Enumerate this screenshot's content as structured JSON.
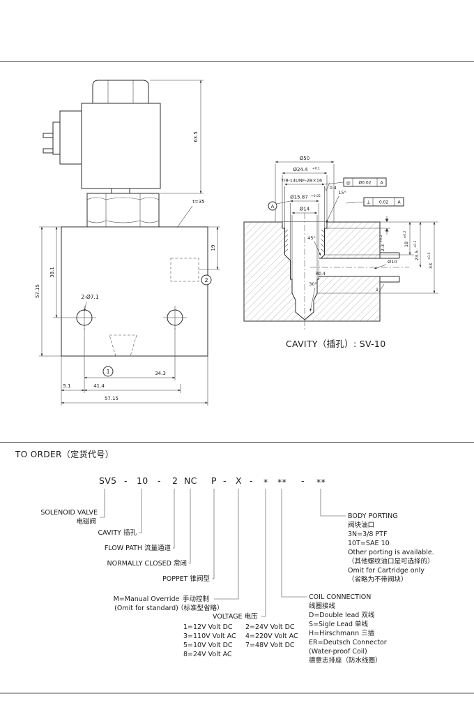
{
  "valve": {
    "dim_coil_height": "63.5",
    "dim_t": "t=35",
    "dim_19": "19",
    "dim_38_1": "38.1",
    "dim_57_15_side": "57.15",
    "dim_holes": "2-Ø7.1",
    "dim_34_3": "34.3",
    "dim_5_1": "5.1",
    "dim_41_4": "41.4",
    "dim_57_15_bottom": "57.15",
    "port_1": "1",
    "port_2": "2"
  },
  "cavity": {
    "caption": "CAVITY（插孔）: SV-10",
    "dia_50": "Ø50",
    "dia_24_4": "Ø24.4",
    "dia_24_4_tol": "+0.1",
    "thread": "7/8-14UNF-2B×16",
    "dia_15_87": "Ø15.87",
    "dia_15_87_tol": "+0.05",
    "dia_14": "Ø14",
    "dia_10": "Ø10",
    "datum_label": "A",
    "tol_concentricity": {
      "symbol": "◎",
      "value": "Ø0.02",
      "datum": "A"
    },
    "tol_perpendicularity": {
      "symbol": "⊥",
      "value": "0.02",
      "datum": "A"
    },
    "angle_15": "15°",
    "angle_45": "45°",
    "angle_30": "30°",
    "roughness_1": "0.4",
    "roughness_2": "R0.4",
    "depth_2_3": "2.3",
    "depth_2_3_tol": "+0.2",
    "depth_18": "18",
    "depth_18_tol": "±0.2",
    "depth_23_5": "23.5",
    "depth_23_5_tol": "+0.2",
    "depth_33": "33",
    "depth_33_tol": "+0.5",
    "dim_1": "1"
  },
  "order": {
    "title": "TO ORDER（定货代号）",
    "code": [
      "SV5",
      "-",
      "10",
      "-",
      "2",
      "NC",
      "P",
      "-",
      "X",
      "-",
      "*",
      "**",
      "-",
      "**"
    ],
    "solenoid_valve_en": "SOLENOID VALVE",
    "solenoid_valve_zh": "电磁阀",
    "cavity_label": "CAVITY 插孔",
    "flow_path_label": "FLOW PATH 流量通道",
    "normally_closed_label": "NORMALLY CLOSED 常闭",
    "poppet_label": "POPPET 锥阀型",
    "manual_override_en1": "M=Manual Override",
    "manual_override_en2": "(Omit for standard)",
    "manual_override_zh1": "手动控制",
    "manual_override_zh2": "（标准型省略）",
    "voltage_label": "VOLTAGE 电压",
    "voltage_col1": [
      "1=12V  Volt DC",
      "3=110V Volt AC",
      "5=10V  Volt DC",
      "8=24V  Volt AC"
    ],
    "voltage_col2": [
      "2=24V  Volt DC",
      "4=220V Volt AC",
      "7=48V  Volt DC"
    ],
    "coil_connection": [
      "COIL CONNECTION",
      "线圈接线",
      "D=Double lead 双线",
      "S=Sigle Lead 单线",
      "H=Hirschmann 三插",
      "ER=Deutsch Connector",
      "(Water-proof Coil)",
      "德意志排座（防水线圈）"
    ],
    "body_porting": [
      "BODY PORTING",
      "阀块油口",
      "3N=3/8 PTF",
      "10T=SAE 10",
      "Other porting is available.",
      "（其他螺纹油口是可选择的）",
      "Omit for Cartridge only",
      "（省略为不带阀块）"
    ]
  }
}
